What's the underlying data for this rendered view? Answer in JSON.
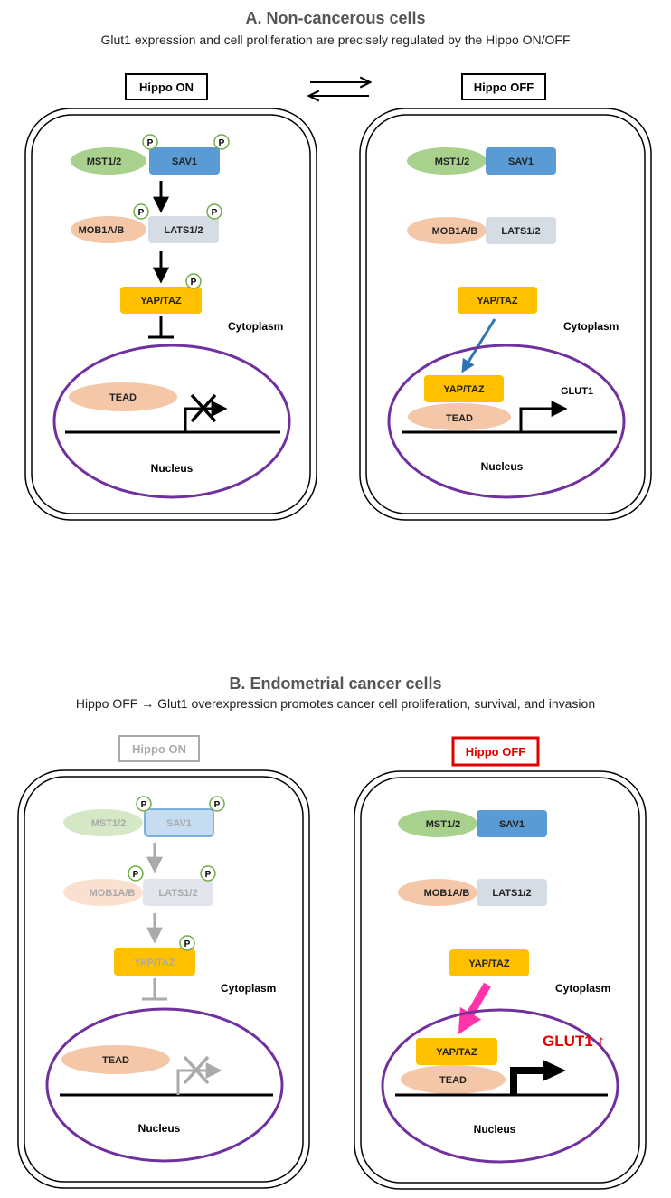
{
  "panel_a": {
    "title": "A. Non-cancerous cells",
    "subtitle": "Glut1 expression and cell proliferation are precisely regulated by the Hippo ON/OFF",
    "on_label": "Hippo ON",
    "off_label": "Hippo OFF"
  },
  "panel_b": {
    "title": "B. Endometrial cancer cells",
    "subtitle": "Hippo OFF → Glut1 overexpression promotes cancer cell proliferation, survival, and invasion",
    "on_label": "Hippo ON",
    "off_label": "Hippo OFF"
  },
  "labels": {
    "mst": "MST1/2",
    "sav": "SAV1",
    "mob": "MOB1A/B",
    "lats": "LATS1/2",
    "yap": "YAP/TAZ",
    "tead": "TEAD",
    "cytoplasm": "Cytoplasm",
    "nucleus": "Nucleus",
    "phospho": "P",
    "glut1": "GLUT1",
    "glut1_up": "GLUT1 ↑"
  },
  "colors": {
    "mst": "#a9d18e",
    "sav": "#5b9bd5",
    "mob": "#f4c7a8",
    "lats": "#d6dce4",
    "yap": "#ffc000",
    "tead": "#f4c7a8",
    "nucleus": "#7030a0",
    "phospho": "#70ad47",
    "arrow_blue": "#2e75b6",
    "arrow_pink": "#ff33aa",
    "alert_red": "#e00000",
    "faded": "#aaaaaa"
  }
}
